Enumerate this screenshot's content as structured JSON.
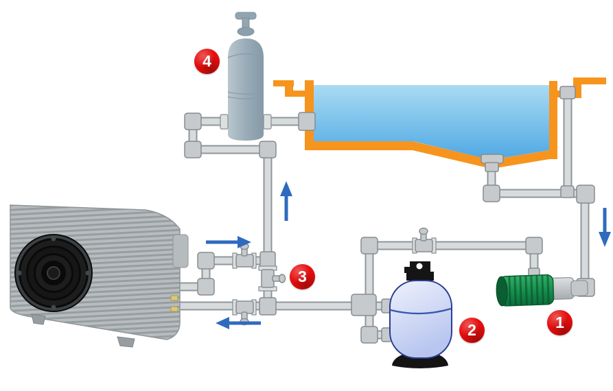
{
  "badges": [
    {
      "number": "1"
    },
    {
      "number": "2"
    },
    {
      "number": "3"
    },
    {
      "number": "4"
    }
  ],
  "flow_arrows": [
    {
      "name": "flow-arrow-right",
      "direction": "right"
    },
    {
      "name": "flow-arrow-up",
      "direction": "up"
    },
    {
      "name": "flow-arrow-left",
      "direction": "left"
    },
    {
      "name": "flow-arrow-down",
      "direction": "down"
    }
  ],
  "components": [
    {
      "badge": "1",
      "name": "pump"
    },
    {
      "badge": "2",
      "name": "filter-tank"
    },
    {
      "badge": "3",
      "name": "bypass-valve"
    },
    {
      "badge": "4",
      "name": "feeder-tank"
    },
    {
      "name": "heat-pump"
    },
    {
      "name": "pool"
    }
  ],
  "colors": {
    "pool-orange": "#f6941d",
    "water-top": "#a9dbf3",
    "water-bottom": "#4fa8e4",
    "pipe-fill": "#d8dbdc",
    "pipe-edge": "#8f969a",
    "fitting-fill": "#c6cacc",
    "fitting-edge": "#868c90",
    "badge-red": "#e60d0d",
    "arrow-blue": "#2e6bbf",
    "pump-green": "#14864a",
    "filter-body": "#c5d0f0",
    "tank-gray": "#9aacb8",
    "heat-pump-gray": "#b7bdbf"
  }
}
